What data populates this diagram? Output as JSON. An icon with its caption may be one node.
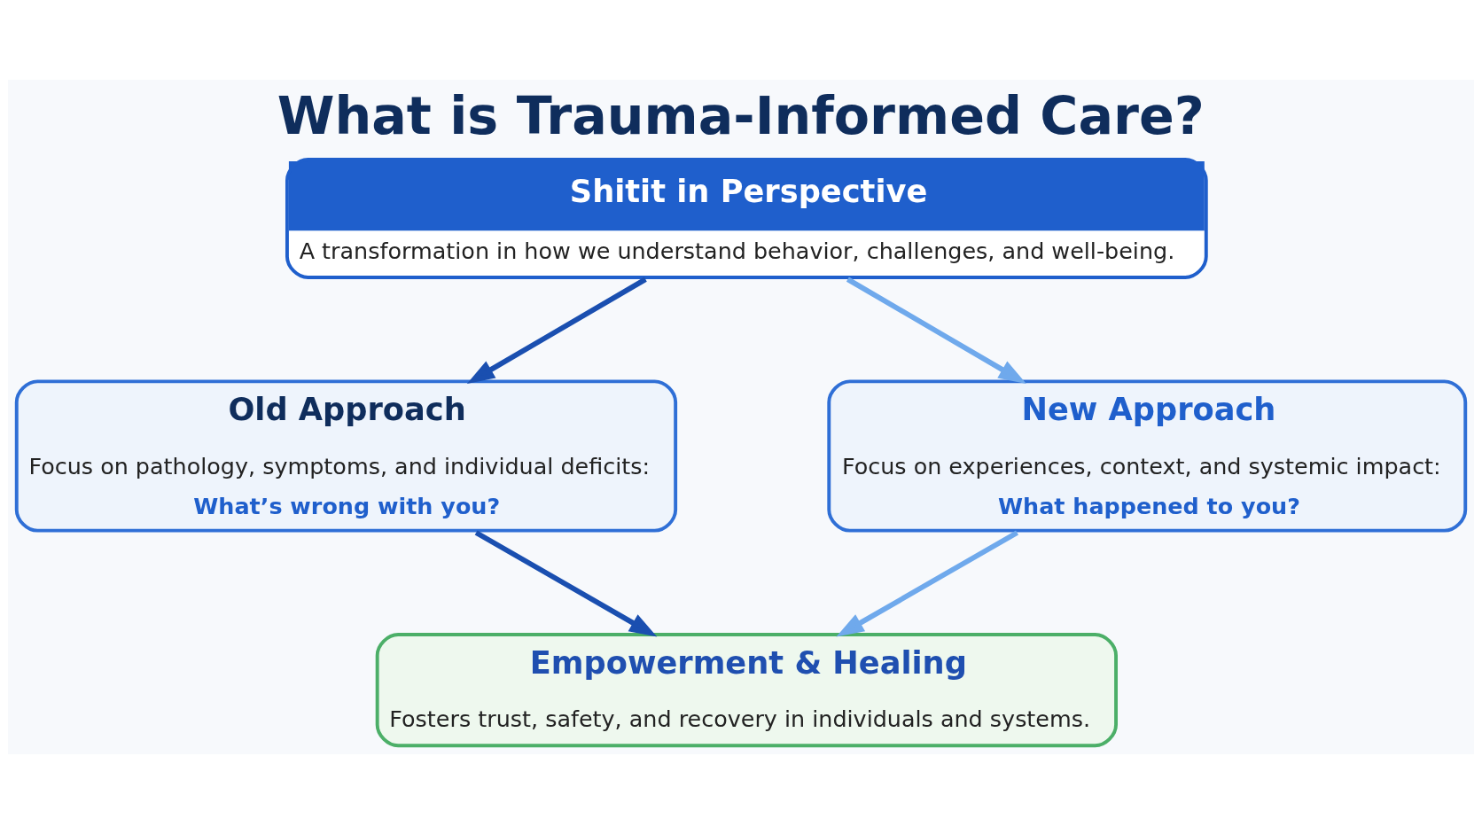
{
  "diagram": {
    "title": "What is Trauma-Informed Care?",
    "nodes": [
      {
        "text": [
          "Shitit in Perspective",
          "A transformation in how we understand behavior, challenges, and well-being."
        ]
      },
      {
        "text": [
          "Old Approach",
          "Focus on pathology, symptoms, and individual deficits:",
          "What’s wrong with you?"
        ]
      },
      {
        "text": [
          "New Approach",
          "Focus on experiences, context, and systemic impact:",
          "What happened to you?"
        ]
      },
      {
        "text": [
          "Empowerment & Healing",
          "Fosters trust, safety, and recovery in individuals and systems."
        ]
      }
    ],
    "edges": [
      {
        "from": 0,
        "to": 1,
        "arrow": "to",
        "color": "#1a4fb0"
      },
      {
        "from": 0,
        "to": 2,
        "arrow": "to",
        "color": "#6fa9ec"
      },
      {
        "from": 1,
        "to": 3,
        "arrow": "to",
        "color": "#1a4fb0"
      },
      {
        "from": 2,
        "to": 3,
        "arrow": "to",
        "color": "#6fa9ec"
      }
    ]
  }
}
